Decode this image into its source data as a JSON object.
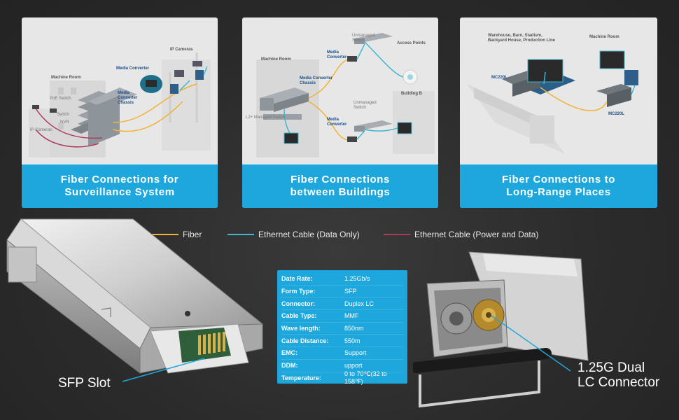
{
  "panels": [
    {
      "caption": "Fiber Connections for\nSurveillance System",
      "labels": {
        "machine_room": "Machine Room",
        "ip_cameras_top": "IP Cameras",
        "media_converter": "Media Converter",
        "media_converter_chassis": "Media\nConverter\nChassis",
        "poe_switch": "PoE Switch",
        "switch": "Switch",
        "nvr": "NVR",
        "ip_cameras_bottom": "IP Cameras"
      }
    },
    {
      "caption": "Fiber Connections\nbetween Buildings",
      "labels": {
        "unmanaged_switch_top": "Unmanaged\nSwitch",
        "media_converter_top": "Media\nConverter",
        "access_points": "Access Points",
        "machine_room": "Machine Room",
        "media_converter_chassis": "Media Converter\nChassis",
        "unmanaged_switch_bottom": "Unmanaged\nSwitch",
        "building_b": "Building B",
        "l2_managed_switch": "L2+ Managed Switch",
        "media_converter_bottom": "Media\nConverter"
      }
    },
    {
      "caption": "Fiber Connections to\nLong-Range Places",
      "labels": {
        "warehouse": "Warehouse, Barn, Stadium,\nBackyard House, Production Line",
        "machine_room": "Machine Room",
        "mc220l_left": "MC220L",
        "mc220l_right": "MC220L"
      }
    }
  ],
  "legend": [
    {
      "label": "Fiber",
      "color": "#f2b233"
    },
    {
      "label": "Ethernet Cable (Data Only)",
      "color": "#3fb7cf"
    },
    {
      "label": "Ethernet Cable (Power and Data)",
      "color": "#b03a5b"
    }
  ],
  "specs": [
    {
      "key": "Date Rate:",
      "value": "1.25Gb/s"
    },
    {
      "key": "Form Type:",
      "value": "SFP"
    },
    {
      "key": "Connector:",
      "value": "Duplex LC"
    },
    {
      "key": "Cable Type:",
      "value": "MMF"
    },
    {
      "key": "Wave length:",
      "value": "850nm"
    },
    {
      "key": "Cable Distance:",
      "value": "550m"
    },
    {
      "key": "EMC:",
      "value": "Support"
    },
    {
      "key": "DDM:",
      "value": "upport"
    },
    {
      "key": "Temperature:",
      "value": "0 to 70℃(32 to 158℉)"
    }
  ],
  "callouts": {
    "sfp_slot": "SFP Slot",
    "lc_connector": "1.25G Dual\nLC Connector"
  },
  "colors": {
    "accent": "#1ea7dd",
    "fiber": "#f2b233",
    "ethernet_data": "#3fb7cf",
    "ethernet_power": "#b03a5b"
  }
}
